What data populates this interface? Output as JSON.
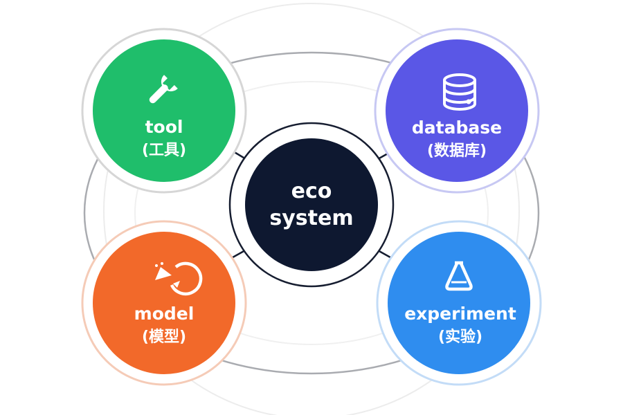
{
  "center": {
    "line1": "eco",
    "line2": "system",
    "color": "#0e1830"
  },
  "nodes": [
    {
      "id": "tool",
      "label": "tool",
      "sublabel": "(工具)",
      "icon": "wrench-icon",
      "color": "#1fbe6b",
      "ring": "#d6d6d6"
    },
    {
      "id": "database",
      "label": "database",
      "sublabel": "(数据库)",
      "icon": "database-icon",
      "color": "#5a57e6",
      "ring": "#c7c8f3"
    },
    {
      "id": "model",
      "label": "model",
      "sublabel": "(模型)",
      "icon": "model-dial-icon",
      "color": "#f2692a",
      "ring": "#f5cbb7"
    },
    {
      "id": "experiment",
      "label": "experiment",
      "sublabel": "(实验)",
      "icon": "flask-icon",
      "color": "#2f8def",
      "ring": "#c3dcf7"
    }
  ]
}
